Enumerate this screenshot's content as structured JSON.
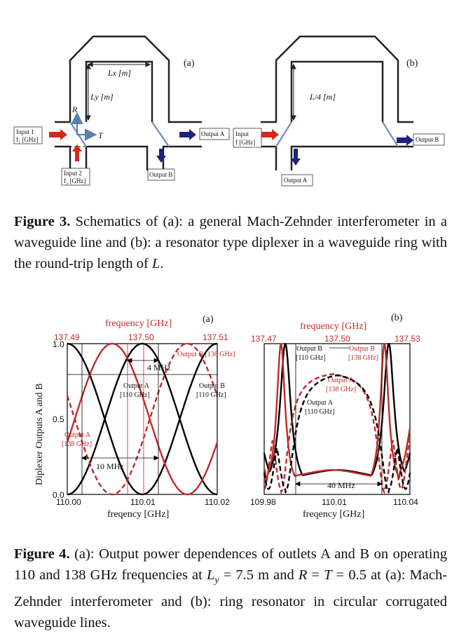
{
  "fig3": {
    "panel_a": {
      "label": "(a)",
      "lx": "Lx [m]",
      "ly": "Ly [m]",
      "r": "R",
      "t": "T",
      "input1_line1": "Input 1",
      "input1_line2": "f₁ [GHz]",
      "input2_line1": "Input 2",
      "input2_line2": "f₂ [GHz]",
      "output_a": "Output A",
      "output_b": "Output B"
    },
    "panel_b": {
      "label": "(b)",
      "l4": "L/4 [m]",
      "input_line1": "Input",
      "input_line2": "f [GHz]",
      "output_a": "Output A",
      "output_b": "Output B"
    },
    "caption_label": "Figure 3.",
    "caption_text": "Schematics of (a): a general Mach-Zehnder interferometer in a waveguide line and (b): a resonator type diplexer in a waveguide ring with the round-trip length of",
    "caption_italic": "L",
    "caption_end": "."
  },
  "fig4": {
    "caption_label": "Figure 4.",
    "caption_part1": "(a): Output power dependences of outlets A and B on operating 110 and 138 GHz frequencies at",
    "caption_ly": "L",
    "caption_ly_sub": "y",
    "caption_part2": "= 7.5 m and",
    "caption_r": "R",
    "caption_eq": "=",
    "caption_t": "T",
    "caption_part3": "= 0.5 at (a): Mach-Zehnder interferometer and (b): ring resonator in circular corrugated waveguide lines.",
    "colors": {
      "red": "#c0292b",
      "black": "#000000"
    }
  },
  "chart_data": [
    {
      "type": "line",
      "panel": "(a)",
      "ylabel": "Diplexer Outputs A and B",
      "xlabel": "freqency [GHz]",
      "top_axis_label": "frequency [GHz]",
      "x_ticks": [
        "110.00",
        "110.01",
        "110.02"
      ],
      "top_ticks": [
        "137.49",
        "137.50",
        "137.51"
      ],
      "y_ticks": [
        "0.0",
        "0.5",
        "1.0"
      ],
      "xlim": [
        110.0,
        110.02
      ],
      "top_xlim": [
        137.49,
        137.51
      ],
      "ylim": [
        0,
        1
      ],
      "annotations": [
        "4 MHz",
        "10 MHz"
      ],
      "series": [
        {
          "name": "Output A [110 GHz]",
          "color": "black",
          "style": "solid",
          "model": "cos^2",
          "period_GHz": 0.02,
          "max_at": 110.0
        },
        {
          "name": "Output B [110 GHz]",
          "color": "black",
          "style": "solid",
          "model": "sin^2",
          "period_GHz": 0.02,
          "max_at": 110.01
        },
        {
          "name": "Output A [138 GHz]",
          "color": "red",
          "style": "solid",
          "model": "cos^2",
          "period_GHz": 0.02,
          "max_at": 137.496
        },
        {
          "name": "Output B [138 GHz]",
          "color": "red",
          "style": "dashed",
          "model": "sin^2",
          "period_GHz": 0.02,
          "max_at": 137.506
        }
      ]
    },
    {
      "type": "line",
      "panel": "(b)",
      "xlabel": "freqency [GHz]",
      "top_axis_label": "frequency [GHz]",
      "x_ticks": [
        "109.98",
        "110.01",
        "110.04"
      ],
      "top_ticks": [
        "137.47",
        "137.50",
        "137.53"
      ],
      "xlim": [
        109.98,
        110.04
      ],
      "top_xlim": [
        137.47,
        137.53
      ],
      "ylim": [
        0,
        1
      ],
      "annotations": [
        "40 MHz"
      ],
      "series": [
        {
          "name": "Output B [110 GHz]",
          "color": "black",
          "style": "solid"
        },
        {
          "name": "Output B [138 GHz]",
          "color": "red",
          "style": "solid"
        },
        {
          "name": "Output A [138 GHz]",
          "color": "red",
          "style": "dashed"
        },
        {
          "name": "Output A [110 GHz]",
          "color": "black",
          "style": "dashed"
        }
      ]
    }
  ]
}
